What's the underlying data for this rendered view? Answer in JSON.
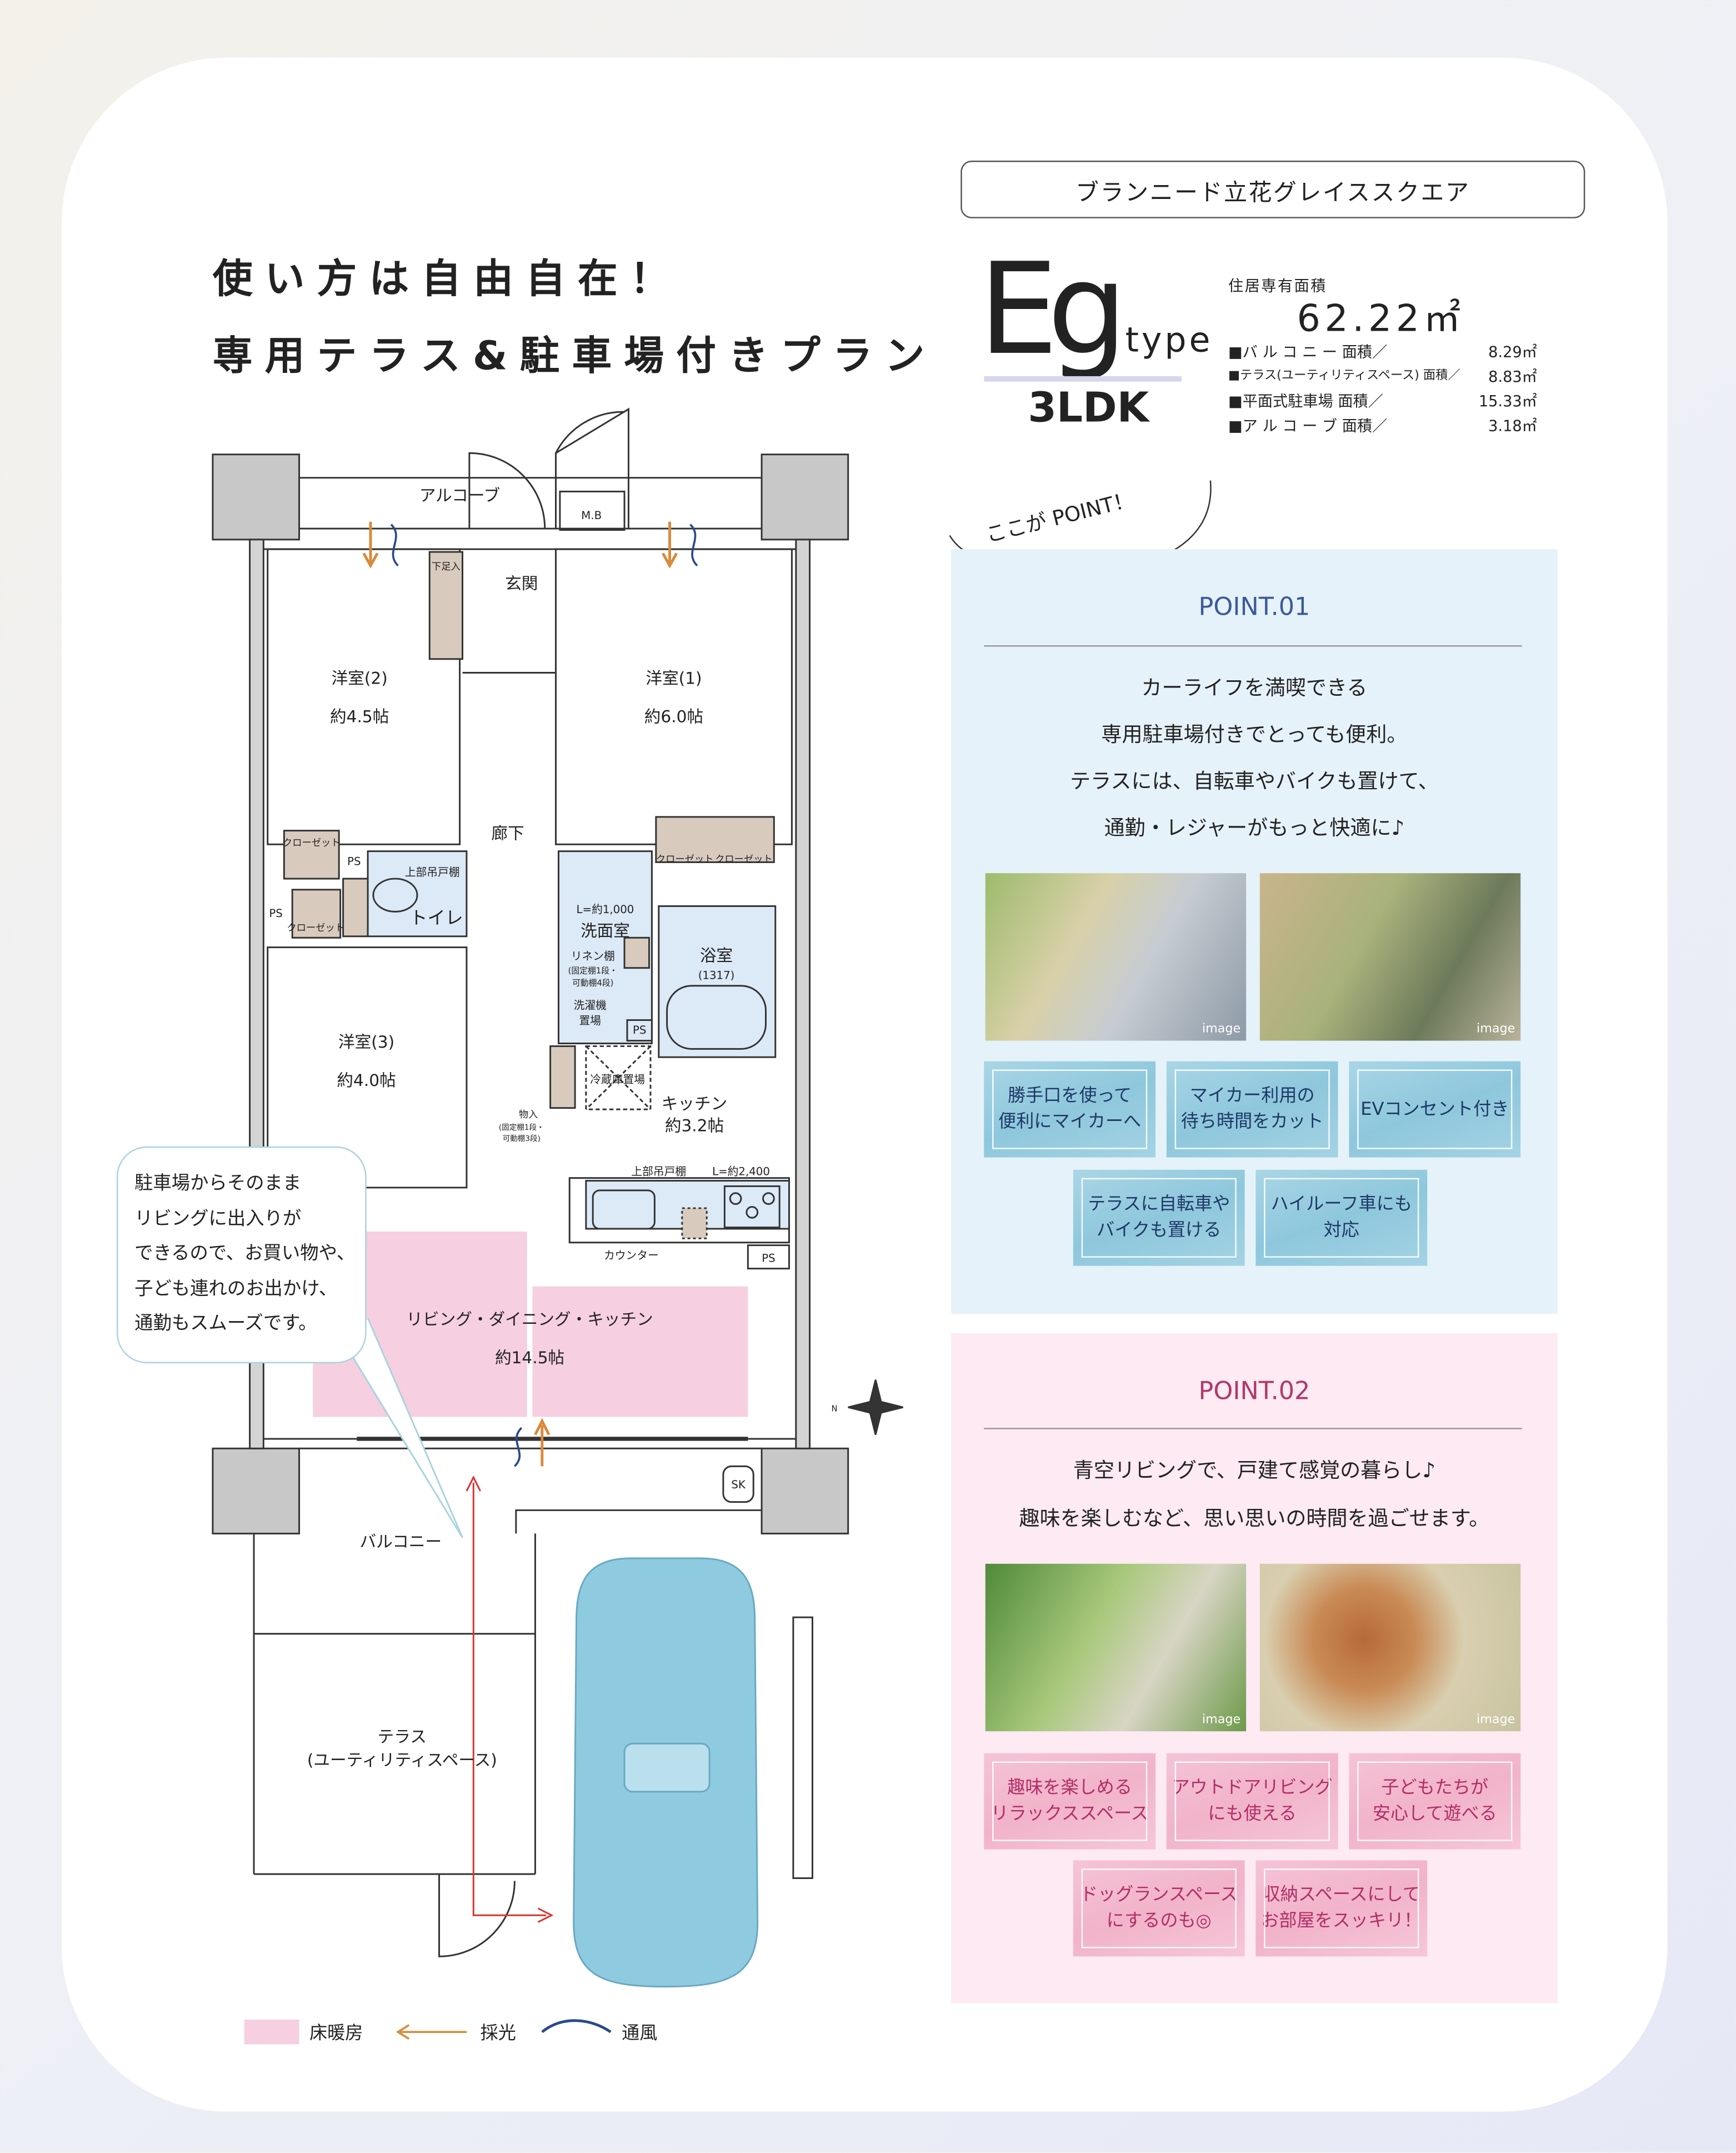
{
  "header": {
    "property_name": "ブランニード立花グレイススクエア",
    "headline_1": "使い方は自由自在！",
    "headline_2": "専用テラス&駐車場付きプラン"
  },
  "unit": {
    "type_code": "Eg",
    "type_suffix": "type",
    "layout": "3LDK",
    "area_label": "住居専有面積",
    "area_value": "62.22㎡",
    "specs": [
      {
        "label": "■バ ル コ ニ ー 面積／",
        "value": "8.29㎡"
      },
      {
        "label": "■テラス(ユーティリティスペース) 面積／",
        "value": "8.83㎡"
      },
      {
        "label": "■平面式駐車場 面積／",
        "value": "15.33㎡"
      },
      {
        "label": "■ア ル コ ー ブ 面積／",
        "value": "3.18㎡"
      }
    ]
  },
  "point_banner": "ここが POINT！",
  "point1": {
    "title": "POINT.01",
    "lines": [
      "カーライフを満喫できる",
      "専用駐車場付きでとっても便利。",
      "テラスには、自転車やバイクも置けて、",
      "通勤・レジャーがもっと快適に♪"
    ],
    "photo_caption": "image",
    "buttons": [
      {
        "l1": "勝手口を使って",
        "l2": "便利にマイカーへ"
      },
      {
        "l1": "マイカー利用の",
        "l2": "待ち時間をカット"
      },
      {
        "l1": "EVコンセント付き",
        "l2": ""
      },
      {
        "l1": "テラスに自転車や",
        "l2": "バイクも置ける"
      },
      {
        "l1": "ハイルーフ車にも",
        "l2": "対応"
      }
    ],
    "color": "#3a5a9a"
  },
  "point2": {
    "title": "POINT.02",
    "lines": [
      "青空リビングで、戸建て感覚の暮らし♪",
      "趣味を楽しむなど、思い思いの時間を過ごせます。"
    ],
    "photo_caption": "image",
    "buttons": [
      {
        "l1": "趣味を楽しめる",
        "l2": "リラックススペース"
      },
      {
        "l1": "アウトドアリビング",
        "l2": "にも使える"
      },
      {
        "l1": "子どもたちが",
        "l2": "安心して遊べる"
      },
      {
        "l1": "ドッグランスペース",
        "l2": "にするのも◎"
      },
      {
        "l1": "収納スペースにして",
        "l2": "お部屋をスッキリ！"
      }
    ],
    "color": "#b0386a"
  },
  "plan": {
    "alcove": "アルコーブ",
    "mb": "M.B",
    "shoe": "下足入",
    "entrance": "玄関",
    "room2": {
      "name": "洋室(2)",
      "size": "約4.5帖"
    },
    "room1": {
      "name": "洋室(1)",
      "size": "約6.0帖"
    },
    "room3": {
      "name": "洋室(3)",
      "size": "約4.0帖"
    },
    "hall": "廊下",
    "closet": "クローゼット",
    "ps": "PS",
    "upper_shelf": "上部吊戸棚",
    "toilet": "トイレ",
    "vanity_len": "L=約1,000",
    "washroom": "洗面室",
    "linen": "リネン棚",
    "linen_note1": "(固定棚1段・",
    "linen_note2": "可動棚4段)",
    "washer_1": "洗濯機",
    "washer_2": "置場",
    "bath": "浴室",
    "bath_size": "(1317)",
    "fridge": "冷蔵庫置場",
    "storage": "物入",
    "storage_note1": "(固定棚1段・",
    "storage_note2": "可動棚3段)",
    "kitchen": "キッチン",
    "kitchen_size": "約3.2帖",
    "kitchen_len": "L=約2,400",
    "counter": "カウンター",
    "ldk": "リビング・ダイニング・キッチン",
    "ldk_size": "約14.5帖",
    "sk": "SK",
    "balcony": "バルコニー",
    "terrace": "テラス",
    "terrace_sub": "(ユーティリティスペース)",
    "compass_n": "N"
  },
  "callout": [
    "駐車場からそのまま",
    "リビングに出入りが",
    "できるので、お買い物や、",
    "子ども連れのお出かけ、",
    "通勤もスムーズです。"
  ],
  "legend": {
    "floor_heating": "床暖房",
    "light": "採光",
    "ventilation": "通風"
  },
  "colors": {
    "floor_heating": "#f6cfe0",
    "water": "#dce9f7",
    "storage": "#d8cbbd",
    "car": "#8fcbe0",
    "route": "#d8322e",
    "light_arrow": "#d98a3a",
    "wind": "#2a4a8a"
  }
}
